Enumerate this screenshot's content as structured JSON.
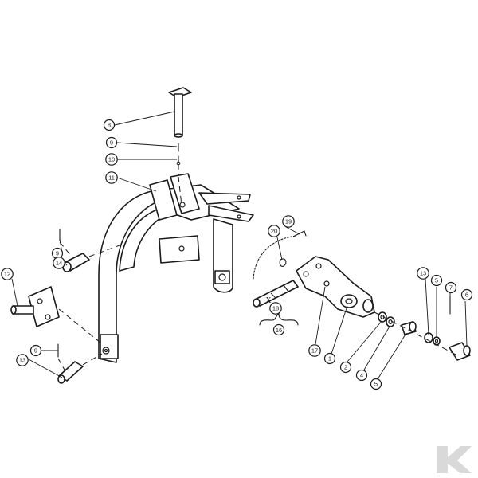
{
  "callouts": [
    {
      "id": "c8",
      "label": "8"
    },
    {
      "id": "c9a",
      "label": "9"
    },
    {
      "id": "c10",
      "label": "10"
    },
    {
      "id": "c11",
      "label": "11"
    },
    {
      "id": "c9b",
      "label": "9"
    },
    {
      "id": "c14",
      "label": "14"
    },
    {
      "id": "c12",
      "label": "12"
    },
    {
      "id": "c9c",
      "label": "9"
    },
    {
      "id": "c13l",
      "label": "13"
    },
    {
      "id": "c19",
      "label": "19"
    },
    {
      "id": "c20",
      "label": "20"
    },
    {
      "id": "c18",
      "label": "18"
    },
    {
      "id": "c17",
      "label": "17"
    },
    {
      "id": "c1",
      "label": "1"
    },
    {
      "id": "c2",
      "label": "2"
    },
    {
      "id": "c4",
      "label": "4"
    },
    {
      "id": "c5b",
      "label": "5"
    },
    {
      "id": "c13r",
      "label": "13"
    },
    {
      "id": "c5a",
      "label": "5"
    },
    {
      "id": "c7",
      "label": "7"
    },
    {
      "id": "c6",
      "label": "6"
    }
  ],
  "labels": {
    "x_mark": "X",
    "group_16": "16"
  },
  "logo": {
    "letter": "K",
    "color": "#d9d9d9"
  }
}
